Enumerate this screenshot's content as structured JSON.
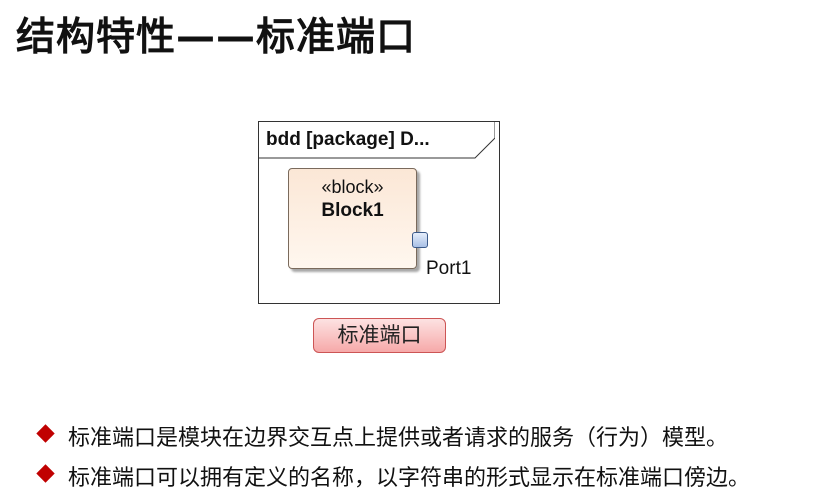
{
  "title": "结构特性——标准端口",
  "diagram": {
    "frame_label": "bdd [package] D...",
    "block": {
      "stereotype": "«block»",
      "name": "Block1"
    },
    "port_label": "Port1"
  },
  "caption_button": "标准端口",
  "bullets": [
    "标准端口是模块在边界交互点上提供或者请求的服务（行为）模型。",
    "标准端口可以拥有定义的名称，以字符串的形式显示在标准端口傍边。"
  ],
  "colors": {
    "bullet_diamond": "#c00000",
    "block_fill": "#fbe7d6",
    "port_fill": "#a9c0e6",
    "caption_fill": "#f6a9a9"
  },
  "icons": {
    "bullet": "diamond-icon",
    "port": "port-square-icon"
  }
}
